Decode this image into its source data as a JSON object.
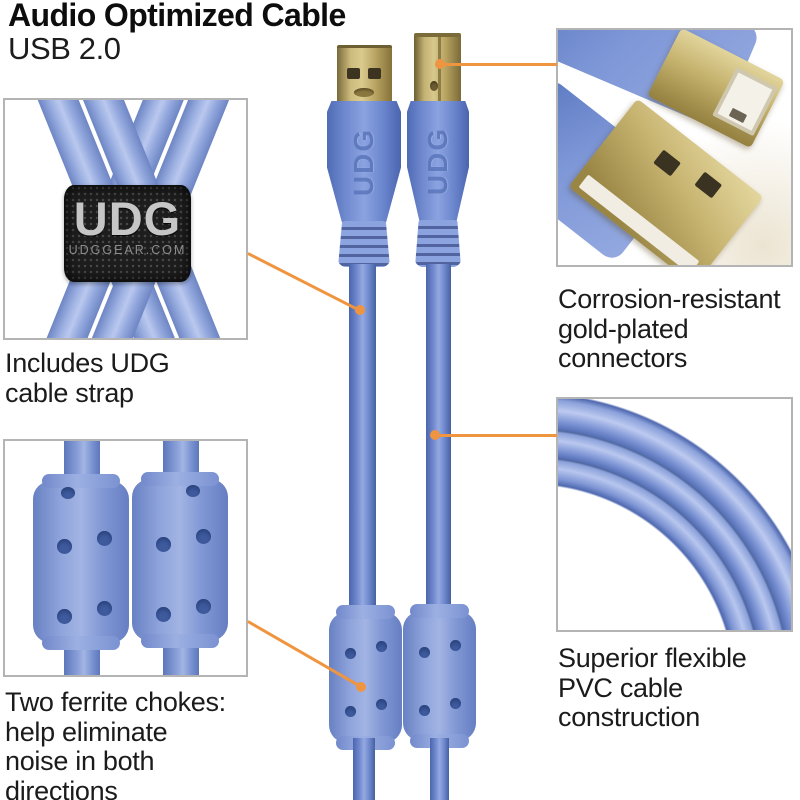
{
  "header": {
    "title": "Audio Optimized Cable",
    "subtitle": "USB 2.0"
  },
  "features": [
    {
      "id": "cable-strap",
      "caption": "Includes UDG\ncable strap",
      "image": "udg-cable-strap-photo",
      "strap_brand": "UDG",
      "strap_sub": "UDGGEAR.COM"
    },
    {
      "id": "ferrite-chokes",
      "caption": "Two ferrite chokes:\nhelp eliminate\nnoise in both\ndirections",
      "image": "ferrite-chokes-photo"
    },
    {
      "id": "gold-connectors",
      "caption": "Corrosion-resistant\ngold-plated\nconnectors",
      "image": "gold-plated-connectors-photo"
    },
    {
      "id": "pvc-cable",
      "caption": "Superior flexible\nPVC cable\nconstruction",
      "image": "coiled-cable-photo"
    }
  ],
  "center_cable": {
    "brand_embossed": "UDG",
    "connector_left": "USB Type-A connector",
    "connector_right": "USB Type-B connector"
  },
  "colors": {
    "accent_orange": "#F0953F",
    "cable_blue": "#8FA5DC",
    "connector_boot_blue": "#6E8BD3",
    "gold": "#C2AE68",
    "box_border": "#B4B4B4",
    "strap_black": "#1D1D1D",
    "text": "#1B1B1B",
    "background": "#FFFFFF"
  }
}
